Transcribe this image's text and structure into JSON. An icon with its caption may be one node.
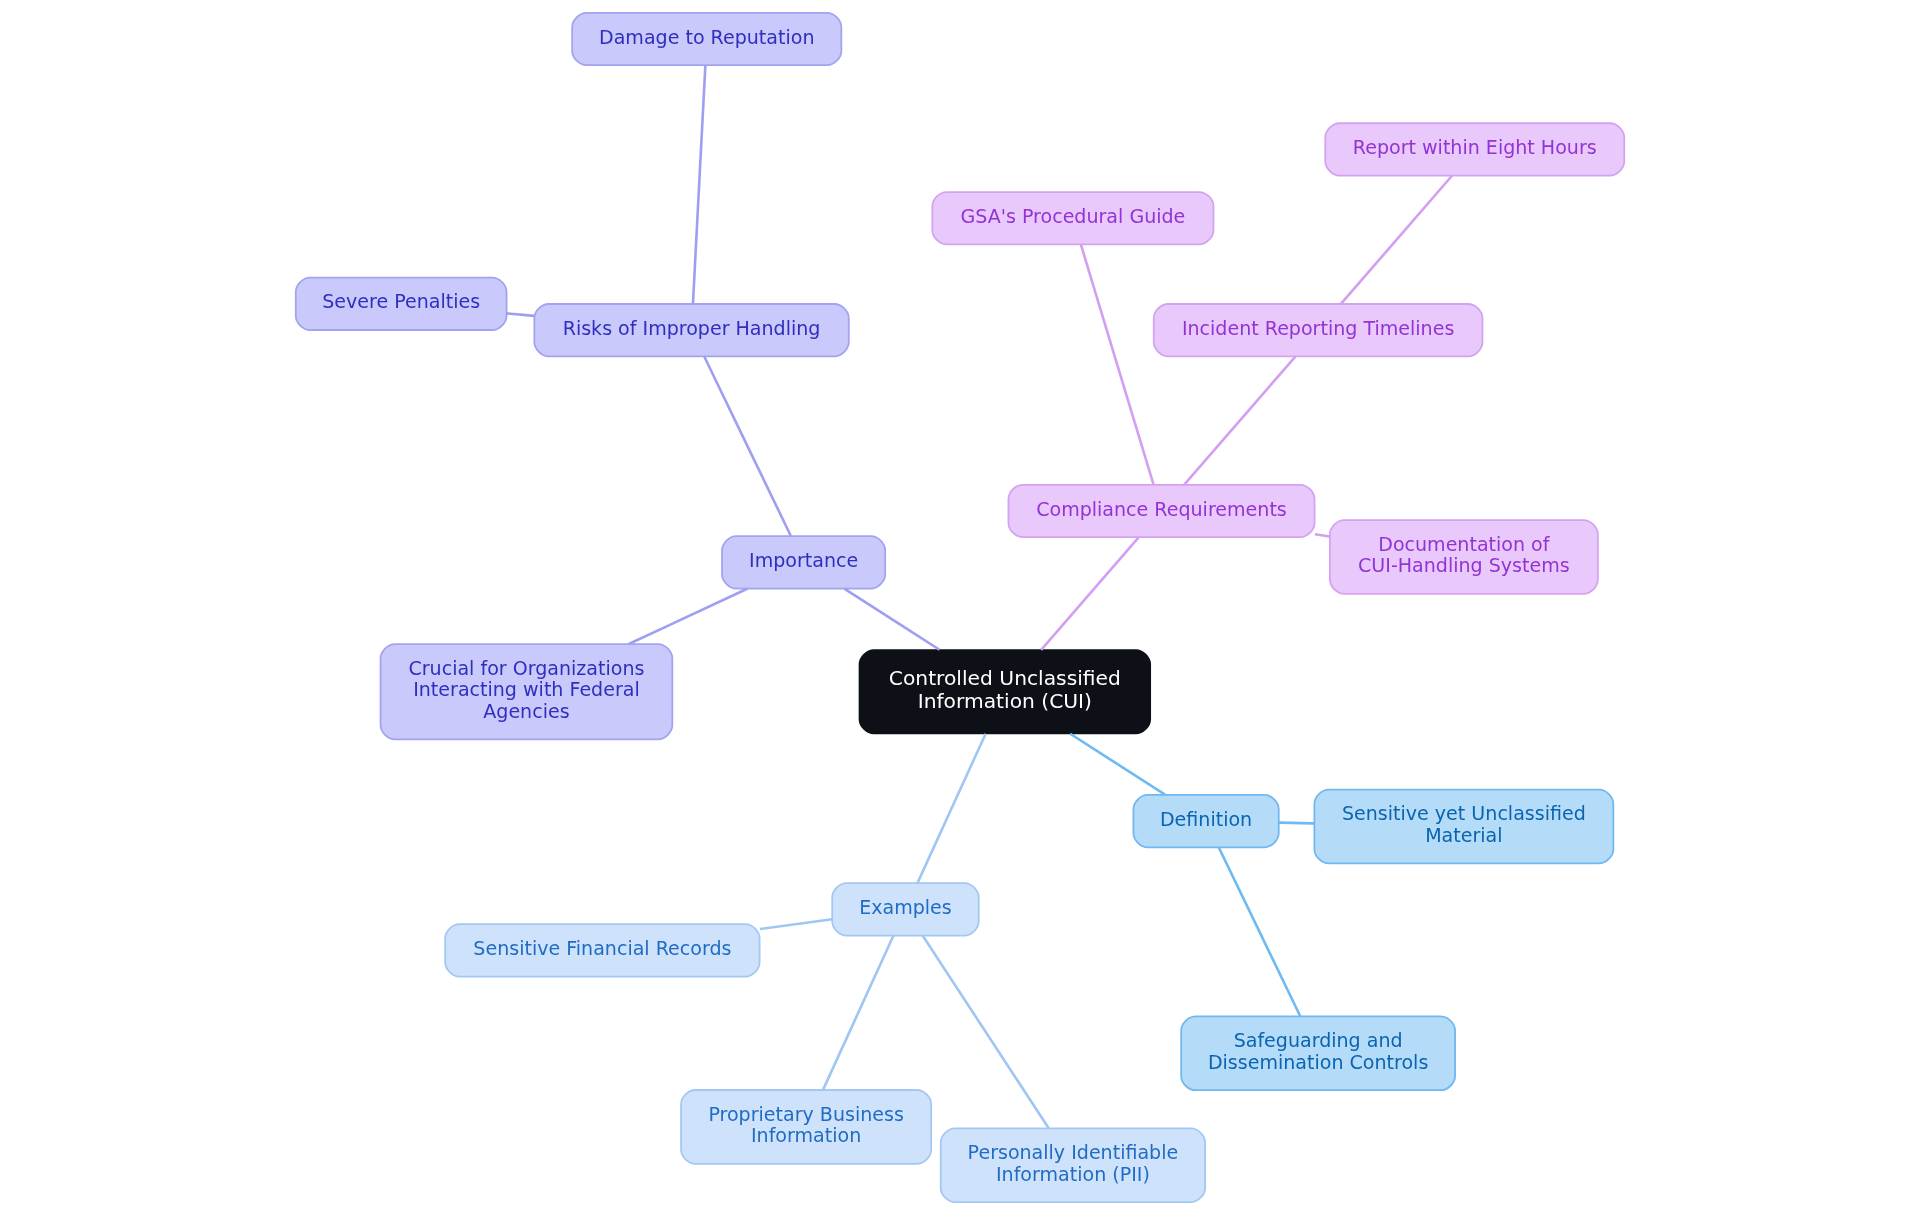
{
  "diagram": {
    "nodes": [
      {
        "text": [
          "Controlled Unclassified Information (CUI)"
        ]
      },
      {
        "text": [
          "Importance"
        ]
      },
      {
        "text": [
          "Risks of Improper Handling"
        ]
      },
      {
        "text": [
          "Damage to Reputation"
        ]
      },
      {
        "text": [
          "Severe Penalties"
        ]
      },
      {
        "text": [
          "Crucial for Organizations Interacting with Federal Agencies"
        ]
      },
      {
        "text": [
          "Compliance Requirements"
        ]
      },
      {
        "text": [
          "Incident Reporting Timelines"
        ]
      },
      {
        "text": [
          "Report within Eight Hours"
        ]
      },
      {
        "text": [
          "GSA's Procedural Guide"
        ]
      },
      {
        "text": [
          "Documentation of CUI-Handling Systems"
        ]
      },
      {
        "text": [
          "Definition"
        ]
      },
      {
        "text": [
          "Sensitive yet Unclassified Material"
        ]
      },
      {
        "text": [
          "Safeguarding and Dissemination Controls"
        ]
      },
      {
        "text": [
          "Examples"
        ]
      },
      {
        "text": [
          "Sensitive Financial Records"
        ]
      },
      {
        "text": [
          "Proprietary Business Information"
        ]
      },
      {
        "text": [
          "Personally Identifiable Information (PII)"
        ]
      }
    ],
    "edges": [
      {
        "from": 0,
        "to": 1,
        "arrow": "none",
        "color": "#9f9ff2"
      },
      {
        "from": 1,
        "to": 2,
        "arrow": "none",
        "color": "#9f9ff2"
      },
      {
        "from": 2,
        "to": 3,
        "arrow": "none",
        "color": "#9f9ff2"
      },
      {
        "from": 2,
        "to": 4,
        "arrow": "none",
        "color": "#9f9ff2"
      },
      {
        "from": 1,
        "to": 5,
        "arrow": "none",
        "color": "#9f9ff2"
      },
      {
        "from": 0,
        "to": 6,
        "arrow": "none",
        "color": "#d39ff2"
      },
      {
        "from": 6,
        "to": 7,
        "arrow": "none",
        "color": "#d39ff2"
      },
      {
        "from": 7,
        "to": 8,
        "arrow": "none",
        "color": "#d39ff2"
      },
      {
        "from": 6,
        "to": 9,
        "arrow": "none",
        "color": "#d39ff2"
      },
      {
        "from": 6,
        "to": 10,
        "arrow": "none",
        "color": "#d39ff2"
      },
      {
        "from": 0,
        "to": 11,
        "arrow": "none",
        "color": "#6fbaf0"
      },
      {
        "from": 11,
        "to": 12,
        "arrow": "none",
        "color": "#6fbaf0"
      },
      {
        "from": 11,
        "to": 13,
        "arrow": "none",
        "color": "#6fbaf0"
      },
      {
        "from": 0,
        "to": 14,
        "arrow": "none",
        "color": "#9fc7f2"
      },
      {
        "from": 14,
        "to": 15,
        "arrow": "none",
        "color": "#9fc7f2"
      },
      {
        "from": 14,
        "to": 16,
        "arrow": "none",
        "color": "#9fc7f2"
      },
      {
        "from": 14,
        "to": 17,
        "arrow": "none",
        "color": "#9fc7f2"
      }
    ]
  }
}
